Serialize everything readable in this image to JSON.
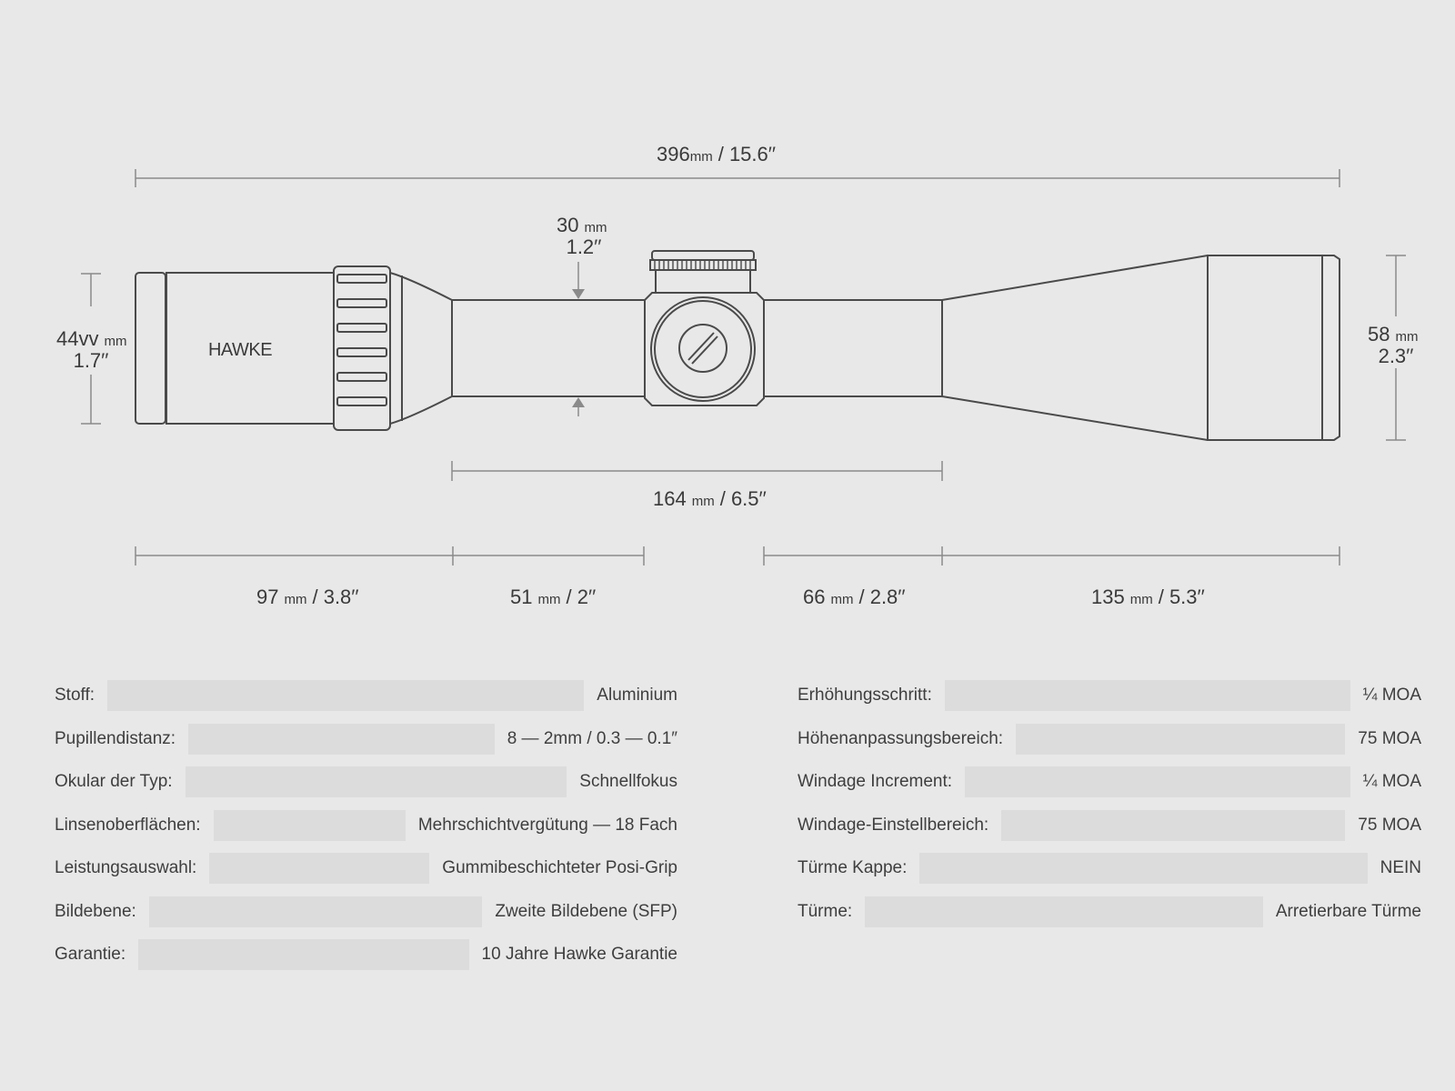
{
  "dimensions": {
    "overall": {
      "value": "396",
      "unit": "mm",
      "inch": "/ 15.6′′"
    },
    "tube": {
      "value": "30",
      "unit": "mm",
      "inch": "1.2′′"
    },
    "eyepiece": {
      "value": "44vv",
      "unit": "mm",
      "inch": "1.7′′"
    },
    "objective": {
      "value": "58",
      "unit": "mm",
      "inch": "2.3′′"
    },
    "mount_space": {
      "value": "164",
      "unit": "mm",
      "inch": "/ 6.5′′"
    },
    "segments": [
      {
        "value": "97",
        "unit": "mm",
        "inch": "/ 3.8′′"
      },
      {
        "value": "51",
        "unit": "mm",
        "inch": "/ 2′′"
      },
      {
        "value": "66",
        "unit": "mm",
        "inch": "/ 2.8′′"
      },
      {
        "value": "135",
        "unit": "mm",
        "inch": "/ 5.3′′"
      }
    ]
  },
  "brand": "HAWKE",
  "specs_left": [
    {
      "label": "Stoff:",
      "value": "Aluminium"
    },
    {
      "label": "Pupillendistanz:",
      "value": "8 — 2mm / 0.3 — 0.1″"
    },
    {
      "label": "Okular der Typ:",
      "value": "Schnellfokus"
    },
    {
      "label": "Linsenoberflächen:",
      "value": "Mehrschichtvergütung — 18 Fach"
    },
    {
      "label": "Leistungsauswahl:",
      "value": "Gummibeschichteter Posi-Grip"
    },
    {
      "label": "Bildebene:",
      "value": "Zweite Bildebene (SFP)"
    },
    {
      "label": "Garantie:",
      "value": "10 Jahre Hawke Garantie"
    }
  ],
  "specs_right": [
    {
      "label": "Erhöhungsschritt:",
      "value": "¼ MOA"
    },
    {
      "label": "Höhenanpassungsbereich:",
      "value": "75 MOA"
    },
    {
      "label": "Windage Increment:",
      "value": "¼ MOA"
    },
    {
      "label": "Windage-Einstellbereich:",
      "value": "75 MOA"
    },
    {
      "label": "Türme Kappe:",
      "value": "NEIN"
    },
    {
      "label": "Türme:",
      "value": "Arretierbare Türme"
    }
  ],
  "colors": {
    "background": "#e8e8e8",
    "line": "#4a4a4a",
    "bar": "#dcdcdc",
    "text": "#3a3a3a"
  }
}
